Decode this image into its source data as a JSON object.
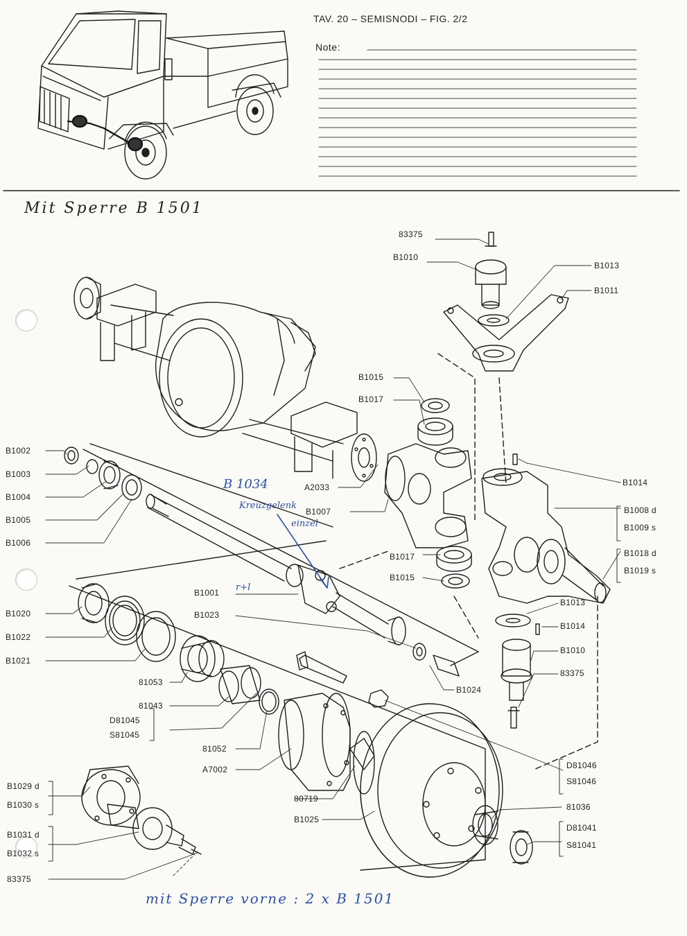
{
  "header": {
    "title": "TAV. 20 – SEMISNODI – FIG. 2/2",
    "note_label": "Note:"
  },
  "handwritten": {
    "top_note": "Mit Sperre B 1501",
    "blue_part_number": "B 1034",
    "blue_part_desc_1": "Kreuzgelenk",
    "blue_part_desc_2": "einzel",
    "blue_suffix": "r+l",
    "bottom_note": "mit Sperre vorne : 2 x B 1501"
  },
  "callouts": {
    "c83375_top": "83375",
    "b1010_top": "B1010",
    "b1013_top": "B1013",
    "b1011": "B1011",
    "b1015_top": "B1015",
    "b1017_top": "B1017",
    "b1002": "B1002",
    "b1003": "B1003",
    "b1004": "B1004",
    "b1005": "B1005",
    "b1006": "B1006",
    "a2033": "A2033",
    "b1007": "B1007",
    "b1014_top": "B1014",
    "b1008": "B1008 d",
    "b1009": "B1009 s",
    "b1017_mid": "B1017",
    "b1015_mid": "B1015",
    "b1018": "B1018 d",
    "b1019": "B1019 s",
    "b1001": "B1001",
    "b1023": "B1023",
    "b1013_mid": "B1013",
    "b1014_mid": "B1014",
    "b1010_mid": "B1010",
    "c83375_mid": "83375",
    "b1020": "B1020",
    "b1022": "B1022",
    "b1021": "B1021",
    "c81053": "81053",
    "b1024": "B1024",
    "c81043": "81043",
    "d81045": "D81045",
    "s81045": "S81045",
    "c81052": "81052",
    "a7002": "A7002",
    "d81046": "D81046",
    "s81046": "S81046",
    "b1029": "B1029 d",
    "b1030": "B1030 s",
    "c80719": "80719",
    "c81036": "81036",
    "b1025": "B1025",
    "b1031": "B1031 d",
    "b1032": "B1032 s",
    "d81041": "D81041",
    "s81041": "S81041",
    "c83375_bot": "83375"
  }
}
